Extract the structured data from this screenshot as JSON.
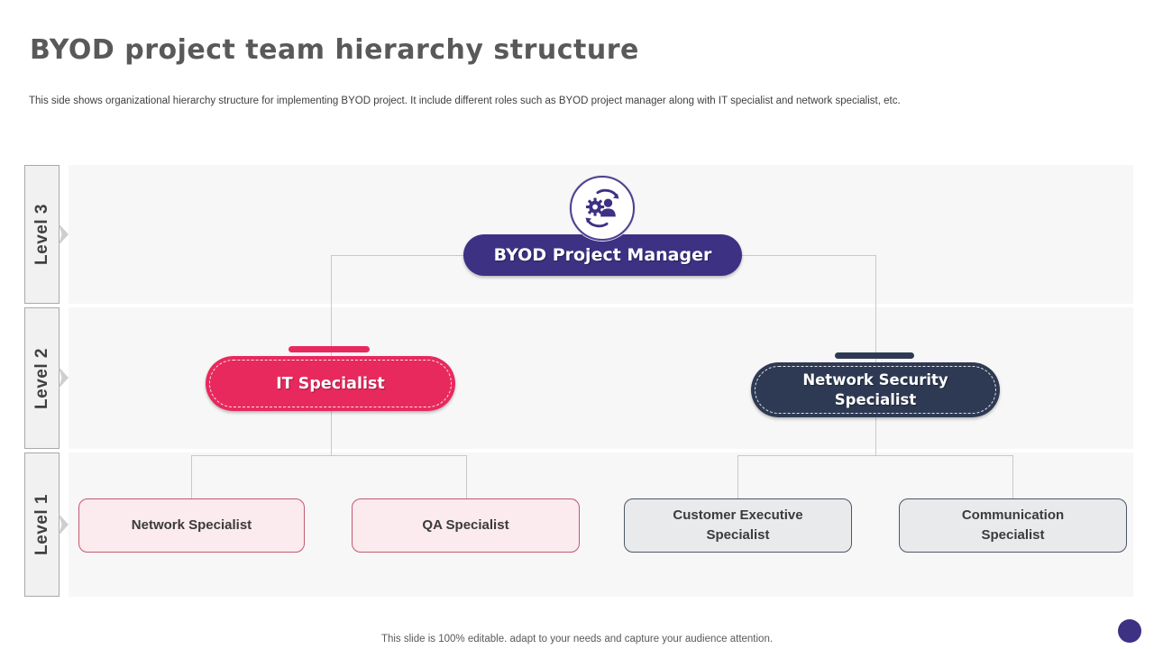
{
  "slide": {
    "title": "BYOD project team hierarchy structure",
    "subtitle": "This side shows organizational hierarchy structure for implementing BYOD project. It include different roles such as BYOD project manager along with IT specialist and network specialist, etc.",
    "footer": "This slide is 100% editable. adapt to your needs and capture your audience attention."
  },
  "levels": [
    {
      "label": "Level 3"
    },
    {
      "label": "Level 2"
    },
    {
      "label": "Level 1"
    }
  ],
  "org": {
    "manager": {
      "label": "BYOD Project Manager",
      "icon": "gear-person-sync-icon",
      "color": "#3d3184"
    },
    "level2": [
      {
        "label": "IT Specialist",
        "color": "#e8295d"
      },
      {
        "label": "Network Security Specialist",
        "color": "#2e3a53"
      }
    ],
    "level1": [
      {
        "label": "Network Specialist",
        "style": "pink"
      },
      {
        "label": "QA Specialist",
        "style": "pink"
      },
      {
        "label": "Customer Executive Specialist",
        "style": "gray"
      },
      {
        "label": "Communication Specialist",
        "style": "gray"
      }
    ]
  },
  "icons": {
    "manager_badge": "gear-person-sync-icon",
    "level_pointer": "chevron-right-icon",
    "corner_dot": "purple-dot"
  },
  "colors": {
    "purple": "#3d3184",
    "pink": "#e8295d",
    "navy": "#2e3a53",
    "pink_light_fill": "#fbeaee",
    "pink_border": "#c2596f",
    "gray_light_fill": "#e9eaec",
    "gray_border": "#4d5766",
    "band_bg": "#f7f7f7",
    "connector": "#c6c9cc",
    "title_text": "#595959"
  }
}
